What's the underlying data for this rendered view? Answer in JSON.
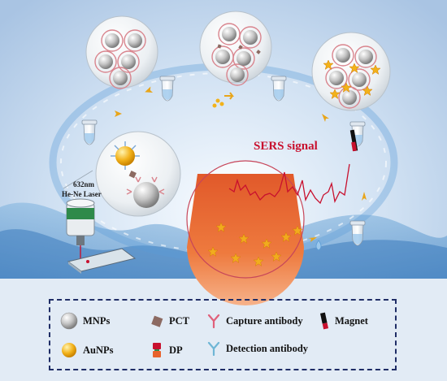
{
  "diagram": {
    "sers_signal_label": "SERS signal",
    "laser_wavelength": "632nm",
    "laser_name": "He-Ne Laser"
  },
  "legend": {
    "mnps": "MNPs",
    "pct": "PCT",
    "capture_antibody": "Capture antibody",
    "magnet": "Magnet",
    "aunps": "AuNPs",
    "dp": "DP",
    "detection_antibody": "Detection antibody"
  },
  "colors": {
    "legend_border": "#1f2d66",
    "sers_red": "#c8102e",
    "sers_orange": "#e8622c",
    "gold": "#f2b21b",
    "mnp_gray": "#b9b9b9"
  }
}
